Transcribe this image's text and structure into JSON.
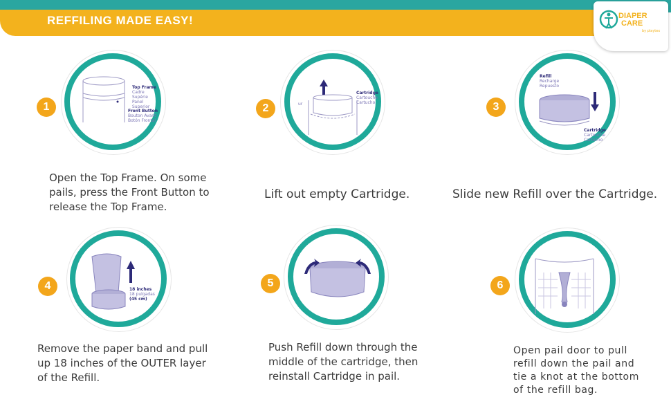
{
  "header": {
    "title": "REFFILING MADE EASY!",
    "logo_line1": "DIAPER",
    "logo_line2": "CARE",
    "logo_sub": "by playtex"
  },
  "colors": {
    "accent": "#f3b21d",
    "teal": "#1fa99a",
    "badge": "#f3a61b",
    "navy": "#2d2a78"
  },
  "steps": [
    {
      "number": "1",
      "text": "Open the Top Frame. On some pails, press the Front Button to release the Top Frame.",
      "labels": {
        "a_title": "Top Frame",
        "a1": "Cadre Supérie",
        "a2": "Panel Superior",
        "b_title": "Front Button",
        "b1": "Bouton Avant",
        "b2": "Botón Frontal"
      },
      "icon": "pail-top-frame-icon"
    },
    {
      "number": "2",
      "text": "Lift out empty Cartridge.",
      "labels": {
        "a_title": "Cartridge",
        "a1": "Cartouche",
        "a2": "Cartucho",
        "edge": "ur"
      },
      "icon": "lift-cartridge-icon"
    },
    {
      "number": "3",
      "text": "Slide new Refill over the Cartridge.",
      "labels": {
        "a_title": "Refill",
        "a1": "Recharge",
        "a2": "Repuesto",
        "b_title": "Cartridge",
        "b1": "Cartouche",
        "b2": "Cartucho"
      },
      "icon": "slide-refill-icon"
    },
    {
      "number": "4",
      "text": "Remove the paper band and pull up 18 inches of the OUTER layer of the Refill.",
      "labels": {
        "a_title": "18 inches",
        "a1": "18 pulgadas",
        "a2": "(45 cm)"
      },
      "icon": "pull-refill-icon"
    },
    {
      "number": "5",
      "text": "Push Refill down through the middle of the cartridge, then reinstall Cartridge in pail.",
      "icon": "push-refill-icon"
    },
    {
      "number": "6",
      "text": "Open pail door to pull refill down the pail and tie a knot at the bottom of the refill bag.",
      "icon": "tie-knot-icon"
    }
  ]
}
